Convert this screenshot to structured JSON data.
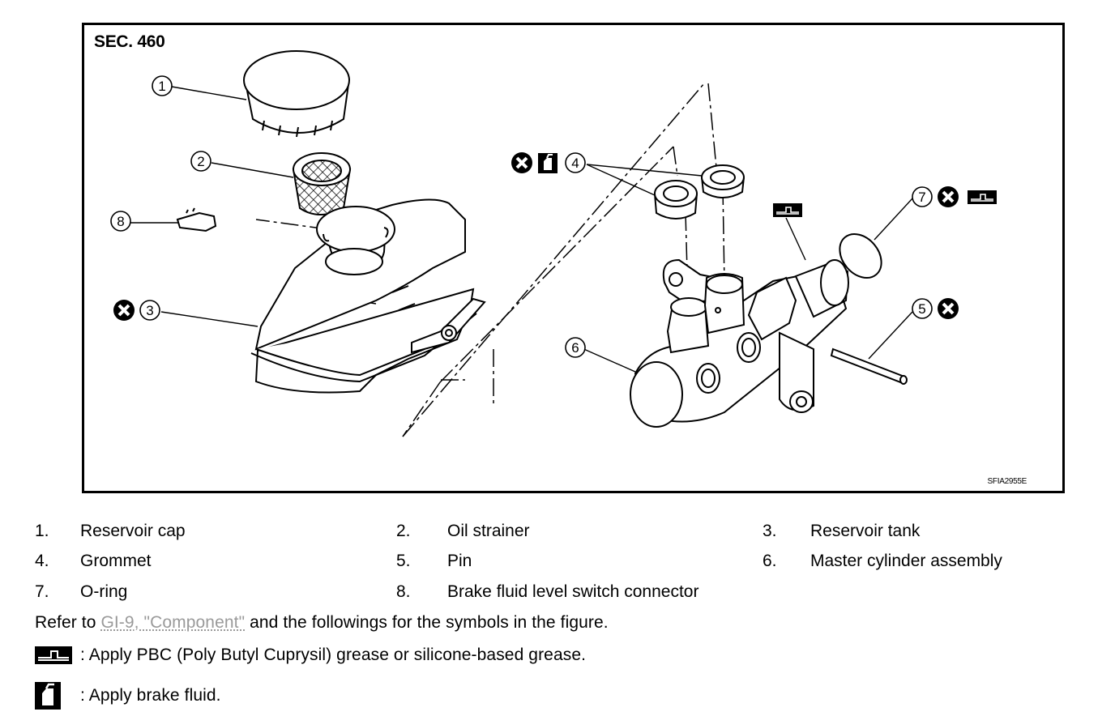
{
  "figure": {
    "section": "SEC. 460",
    "figure_id": "SFIA2955E",
    "callouts": [
      "1",
      "2",
      "3",
      "4",
      "5",
      "6",
      "7",
      "8"
    ]
  },
  "legend": {
    "items": [
      {
        "num": "1.",
        "label": "Reservoir cap"
      },
      {
        "num": "2.",
        "label": "Oil strainer"
      },
      {
        "num": "3.",
        "label": "Reservoir tank"
      },
      {
        "num": "4.",
        "label": "Grommet"
      },
      {
        "num": "5.",
        "label": "Pin"
      },
      {
        "num": "6.",
        "label": "Master cylinder assembly"
      },
      {
        "num": "7.",
        "label": "O-ring"
      },
      {
        "num": "8.",
        "label": "Brake fluid level switch connector"
      }
    ]
  },
  "refer": {
    "prefix": "Refer to ",
    "link_text": "GI-9, \"Component\"",
    "suffix": " and the followings for the symbols in the figure."
  },
  "symbols": {
    "grease": ": Apply PBC (Poly Butyl Cuprysil) grease or silicone-based grease.",
    "brake_fluid": ": Apply brake fluid."
  }
}
